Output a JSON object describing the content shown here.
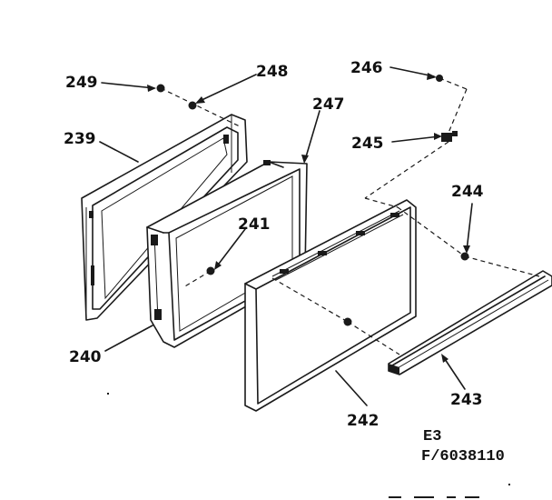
{
  "parts": {
    "p249": "249",
    "p248": "248",
    "p246": "246",
    "p247": "247",
    "p245": "245",
    "p239": "239",
    "p244": "244",
    "p241": "241",
    "p240": "240",
    "p243": "243",
    "p242": "242"
  },
  "codes": {
    "section": "E3",
    "figure": "F/6038110"
  }
}
